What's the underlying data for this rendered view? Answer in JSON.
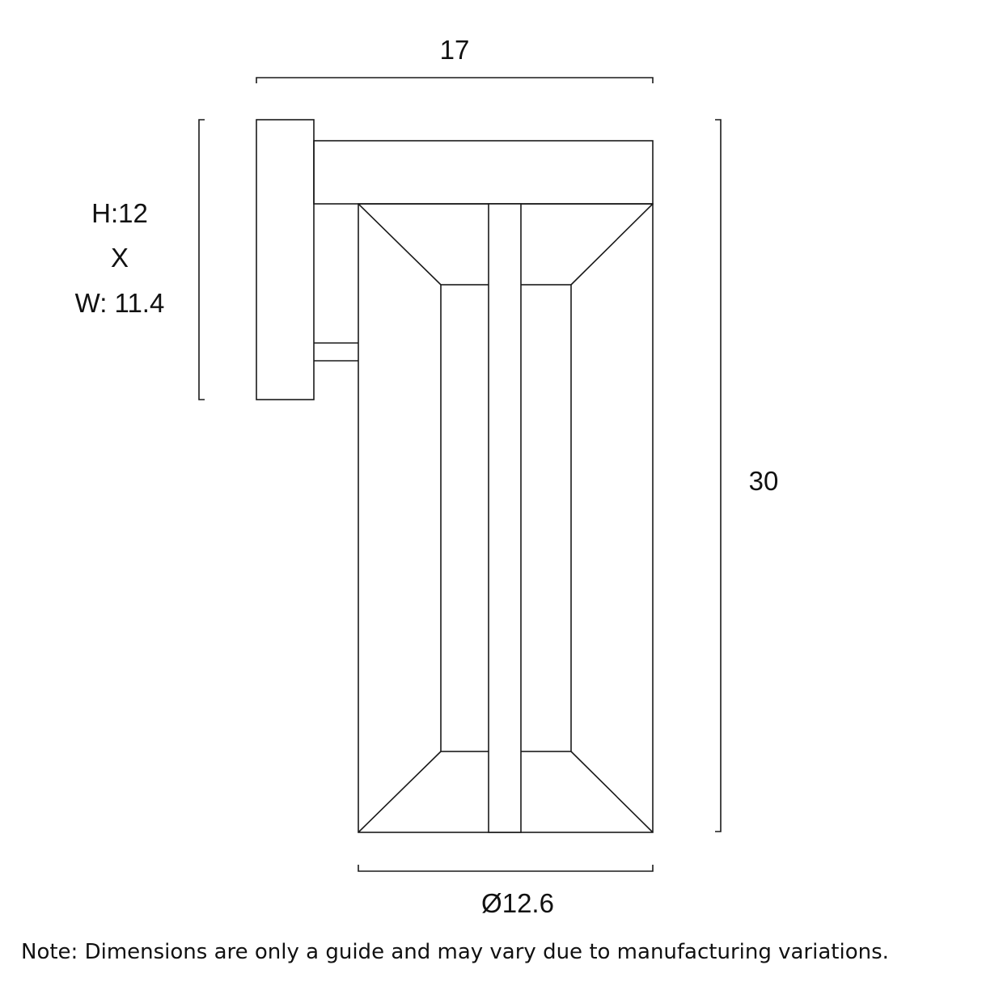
{
  "dimensions": {
    "width_top": "17",
    "wallplate_height": "H:12",
    "wallplate_x": "X",
    "wallplate_width": "W: 11.4",
    "total_height": "30",
    "diameter": "Ø12.6"
  },
  "note": "Note: Dimensions are only a guide and may vary due to manufacturing variations.",
  "colors": {
    "line": "#1a1a1a",
    "background": "#ffffff"
  }
}
